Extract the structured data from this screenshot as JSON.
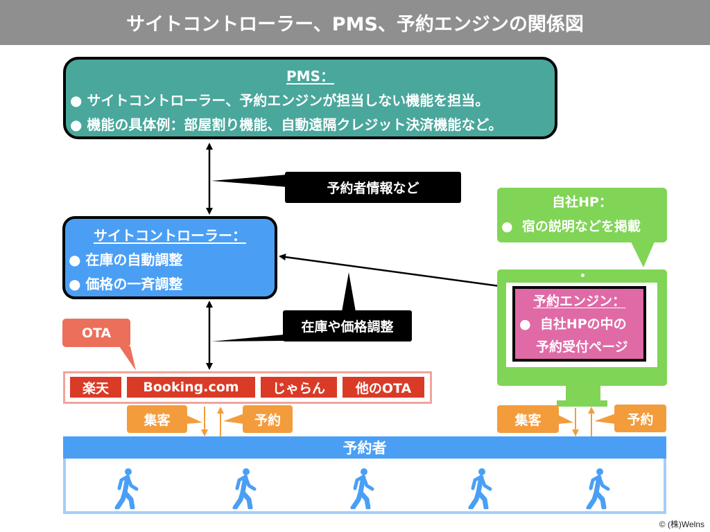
{
  "title": "サイトコントローラー、PMS、予約エンジンの関係図",
  "pms": {
    "heading": "PMS：",
    "bullets": [
      "サイトコントローラー、予約エンジンが担当しない機能を担当。",
      "機能の具体例：部屋割り機能、自動遠隔クレジット決済機能など。"
    ]
  },
  "callouts": {
    "pms_sc": "予約者情報など",
    "sc_ota": "在庫や価格調整"
  },
  "site_controller": {
    "heading": "サイトコントローラー：",
    "bullets": [
      "在庫の自動調整",
      "価格の一斉調整"
    ]
  },
  "own_hp": {
    "heading": "自社HP：",
    "bullets": [
      "宿の説明などを掲載"
    ]
  },
  "booking_engine": {
    "heading": "予約エンジン：",
    "bullet_line1": "自社HPの中の",
    "bullet_line2": "予約受付ページ"
  },
  "ota": {
    "tag": "OTA",
    "items": [
      "楽天",
      "Booking.com",
      "じゃらん",
      "他のOTA"
    ]
  },
  "flows": {
    "left": {
      "attract": "集客",
      "reserve": "予約"
    },
    "right": {
      "attract": "集客",
      "reserve": "予約"
    }
  },
  "customers": {
    "label": "予約者",
    "icon": "walking-person-icon",
    "count": 5
  },
  "bullet_glyph": "●",
  "copyright": "© (株)Welns",
  "colors": {
    "title_bg": "#8f8f8f",
    "pms": "#4aa79c",
    "site_controller": "#4a9ff5",
    "own_hp": "#80d456",
    "booking_engine": "#df6aa6",
    "ota_tag": "#ec6f5a",
    "ota_item": "#d93b27",
    "flow_label": "#f39c3c",
    "customer": "#4a9ff5"
  }
}
